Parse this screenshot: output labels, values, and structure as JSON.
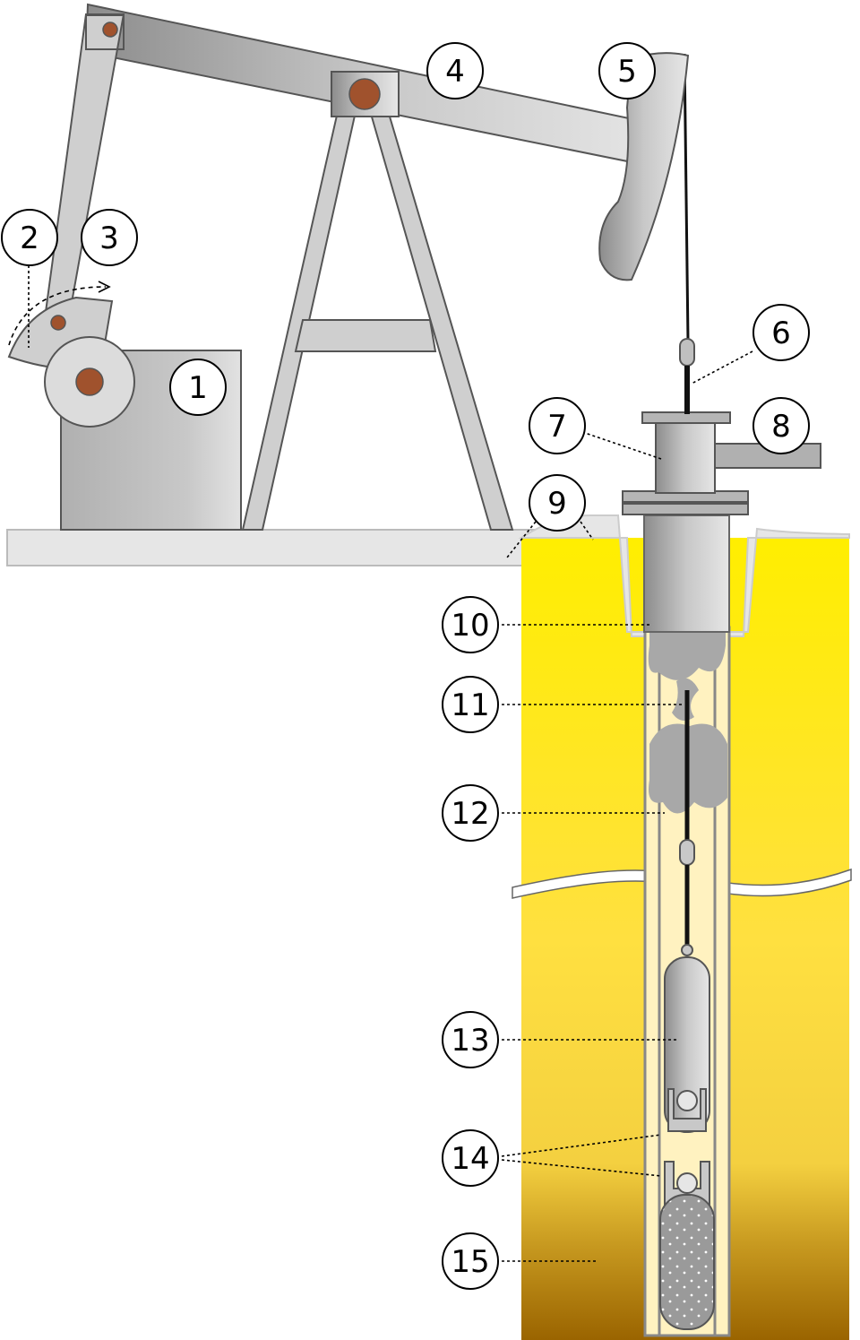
{
  "diagram": {
    "callouts": [
      {
        "label": "1"
      },
      {
        "label": "2"
      },
      {
        "label": "3"
      },
      {
        "label": "4"
      },
      {
        "label": "5"
      },
      {
        "label": "6"
      },
      {
        "label": "7"
      },
      {
        "label": "8"
      },
      {
        "label": "9"
      },
      {
        "label": "10"
      },
      {
        "label": "11"
      },
      {
        "label": "12"
      },
      {
        "label": "13"
      },
      {
        "label": "14"
      },
      {
        "label": "15"
      }
    ]
  },
  "colors": {
    "steel": "#c8c8c8",
    "steel_dark": "#9a9a9a",
    "pivot": "#a0522d",
    "ground": "#e6e6e6",
    "formation_top": "#ffee00",
    "formation_bottom": "#a06a00",
    "tubing_fill": "#fff2c0",
    "rod": "#111111"
  }
}
